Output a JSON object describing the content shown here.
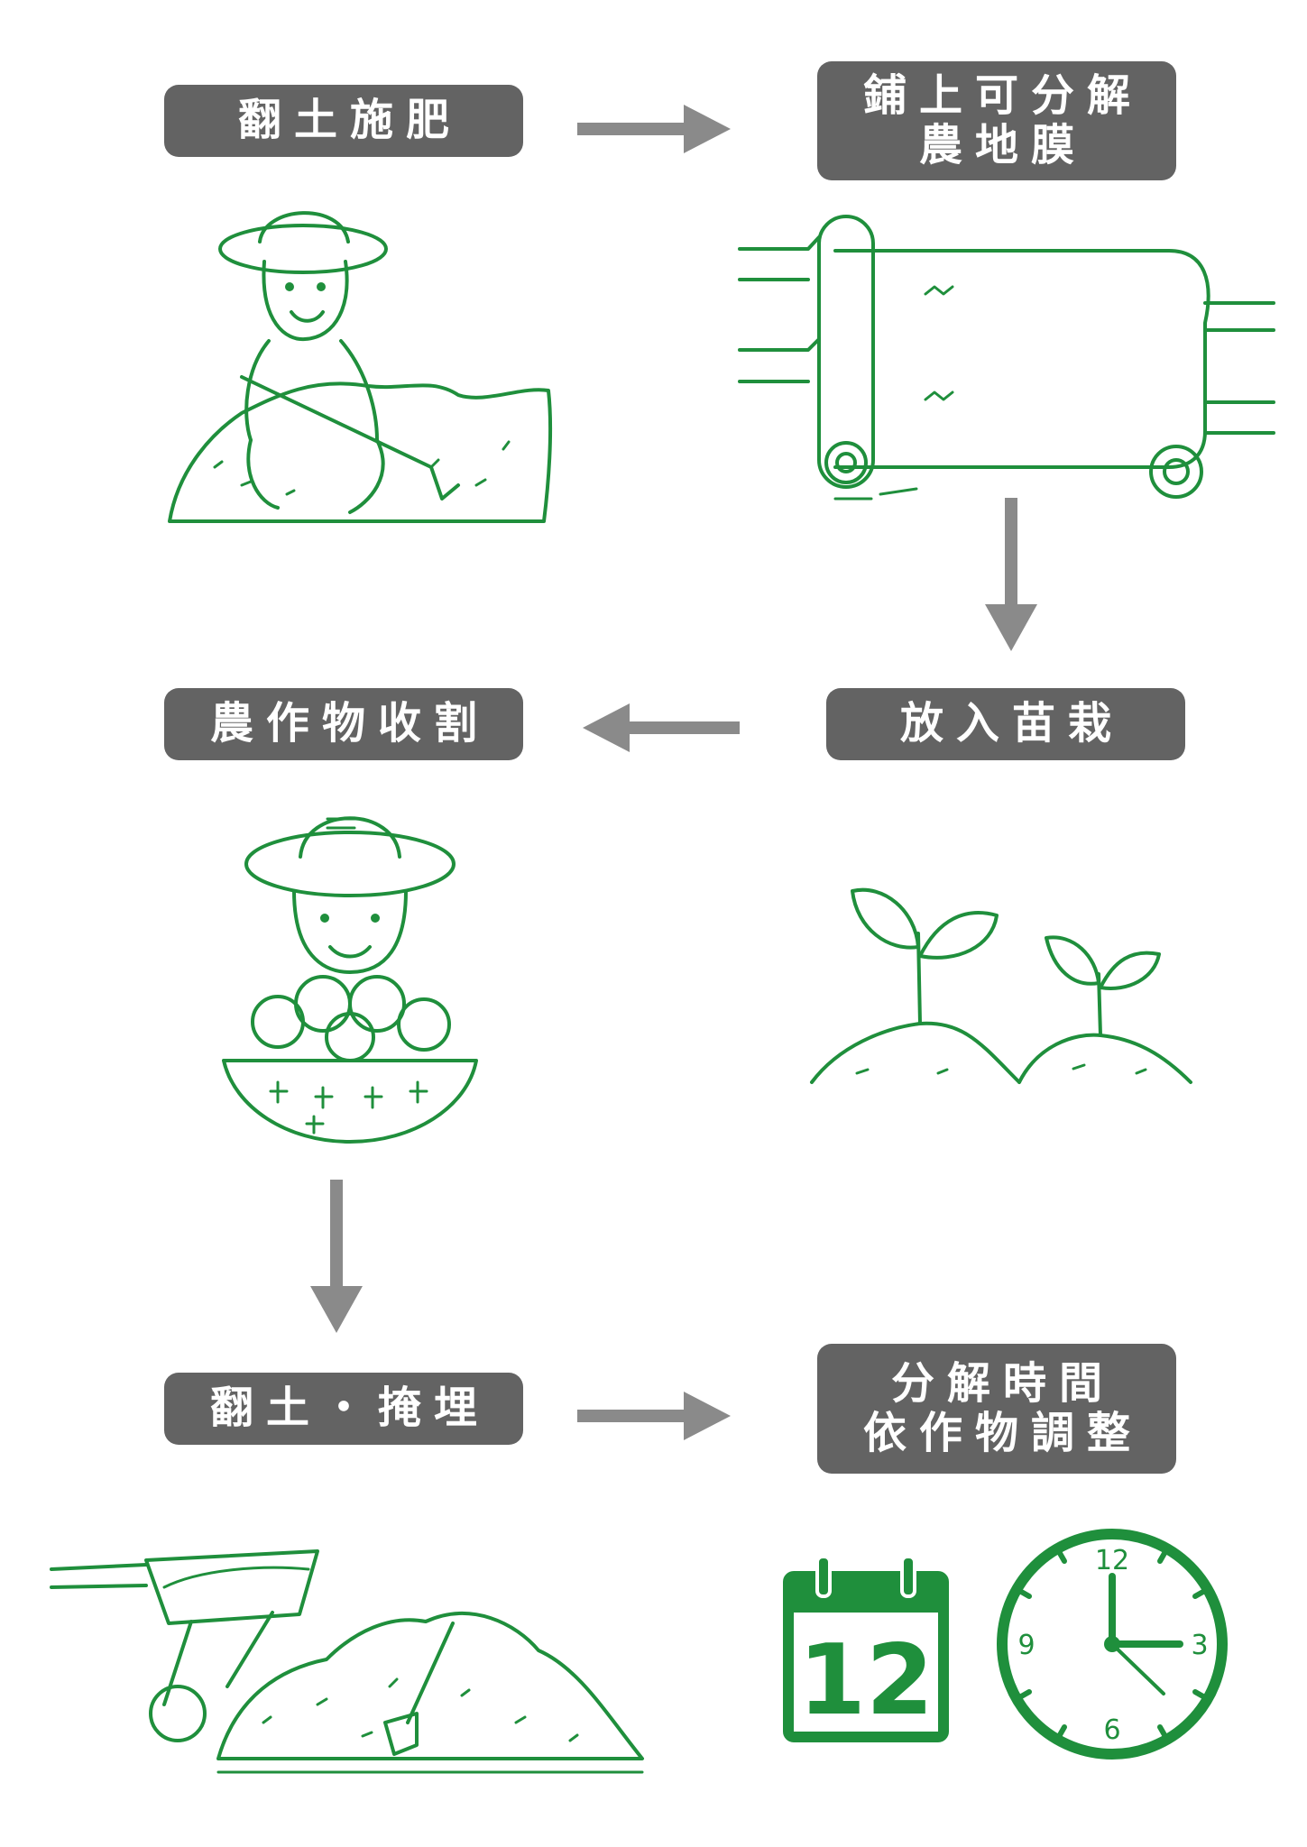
{
  "flow": {
    "steps": [
      {
        "id": "step1",
        "lines": [
          "翻土施肥"
        ]
      },
      {
        "id": "step2",
        "lines": [
          "鋪上可分解",
          "農地膜"
        ]
      },
      {
        "id": "step3",
        "lines": [
          "放入苗栽"
        ]
      },
      {
        "id": "step4",
        "lines": [
          "農作物收割"
        ]
      },
      {
        "id": "step5",
        "lines": [
          "翻土・掩埋"
        ]
      },
      {
        "id": "step6",
        "lines": [
          "分解時間",
          "依作物調整"
        ]
      }
    ]
  },
  "calendar": {
    "day": "12"
  },
  "clock": {
    "n12": "12",
    "n3": "3",
    "n6": "6",
    "n9": "9"
  },
  "colors": {
    "green": "#1f8f3c",
    "label_bg": "#636363",
    "arrow": "#8a8a8a"
  }
}
